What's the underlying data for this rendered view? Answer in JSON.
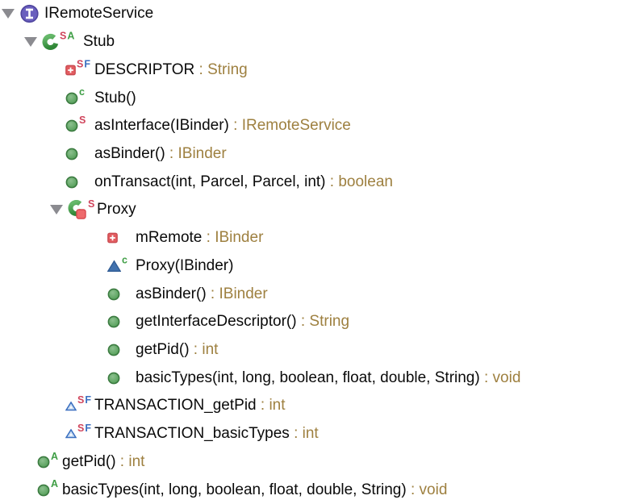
{
  "panel": {
    "name": "structure-view",
    "background": "#ffffff"
  },
  "colors": {
    "text": "#0a0a0a",
    "type_text": "#9e8040",
    "badge_static": "#d0455c",
    "badge_final": "#3a6fc0",
    "badge_constructor": "#3f9e45",
    "badge_abstract": "#3f9e45",
    "expander": "#8b8b90",
    "interface_icon_fill": "#6a5fbe",
    "interface_icon_border": "#4f459e",
    "class_icon_green": "#3f9e45",
    "method_icon_fill": "#5aa45e",
    "method_icon_border": "#3a7a3f",
    "private_badge_fill": "#ee6a6c",
    "private_badge_border": "#d9494f",
    "field_red_fill": "#e25c60",
    "field_red_border": "#c84a50",
    "constant_triangle_fill": "#cfe0f3",
    "constant_triangle_border": "#3a6fc0",
    "constructor_triangle_fill": "#4272ae",
    "constructor_triangle_border": "#2f5b94"
  },
  "tree": {
    "rows": [
      {
        "label": "IRemoteService",
        "type": null,
        "icon": "interface",
        "badges": [],
        "pos": "0",
        "expander": true,
        "expanded": true
      },
      {
        "label": "Stub",
        "type": null,
        "icon": "class",
        "badges": [
          "S",
          "A"
        ],
        "pos": "1",
        "expander": true,
        "expanded": true
      },
      {
        "label": "DESCRIPTOR",
        "type": "String",
        "icon": "field-red",
        "badges": [
          "S",
          "F"
        ],
        "pos": "2",
        "expander": false
      },
      {
        "label": "Stub()",
        "type": null,
        "icon": "method",
        "badges": [
          "c"
        ],
        "pos": "2",
        "expander": false
      },
      {
        "label": "asInterface(IBinder)",
        "type": "IRemoteService",
        "icon": "method",
        "badges": [
          "S"
        ],
        "pos": "2",
        "expander": false
      },
      {
        "label": "asBinder()",
        "type": "IBinder",
        "icon": "method",
        "badges": [],
        "pos": "2",
        "expander": false
      },
      {
        "label": "onTransact(int, Parcel, Parcel, int)",
        "type": "boolean",
        "icon": "method",
        "badges": [],
        "pos": "2",
        "expander": false
      },
      {
        "label": "Proxy",
        "type": null,
        "icon": "class-private",
        "badges": [
          "S"
        ],
        "pos": "2c",
        "expander": true,
        "expanded": true
      },
      {
        "label": "mRemote",
        "type": "IBinder",
        "icon": "field-red",
        "badges": [],
        "pos": "3",
        "expander": false
      },
      {
        "label": "Proxy(IBinder)",
        "type": null,
        "icon": "constructor-triangle",
        "badges": [
          "c"
        ],
        "pos": "3",
        "expander": false
      },
      {
        "label": "asBinder()",
        "type": "IBinder",
        "icon": "method",
        "badges": [],
        "pos": "3",
        "expander": false
      },
      {
        "label": "getInterfaceDescriptor()",
        "type": "String",
        "icon": "method",
        "badges": [],
        "pos": "3",
        "expander": false
      },
      {
        "label": "getPid()",
        "type": "int",
        "icon": "method",
        "badges": [],
        "pos": "3",
        "expander": false
      },
      {
        "label": "basicTypes(int, long, boolean, float, double, String)",
        "type": "void",
        "icon": "method",
        "badges": [],
        "pos": "3",
        "expander": false
      },
      {
        "label": "TRANSACTION_getPid",
        "type": "int",
        "icon": "constant-triangle",
        "badges": [
          "S",
          "F"
        ],
        "pos": "2",
        "expander": false
      },
      {
        "label": "TRANSACTION_basicTypes",
        "type": "int",
        "icon": "constant-triangle",
        "badges": [
          "S",
          "F"
        ],
        "pos": "2",
        "expander": false
      },
      {
        "label": "getPid()",
        "type": "int",
        "icon": "method",
        "badges": [
          "A"
        ],
        "pos": "1b",
        "expander": false
      },
      {
        "label": "basicTypes(int, long, boolean, float, double, String)",
        "type": "void",
        "icon": "method",
        "badges": [
          "A"
        ],
        "pos": "1b",
        "expander": false
      }
    ],
    "type_separator": " : "
  }
}
